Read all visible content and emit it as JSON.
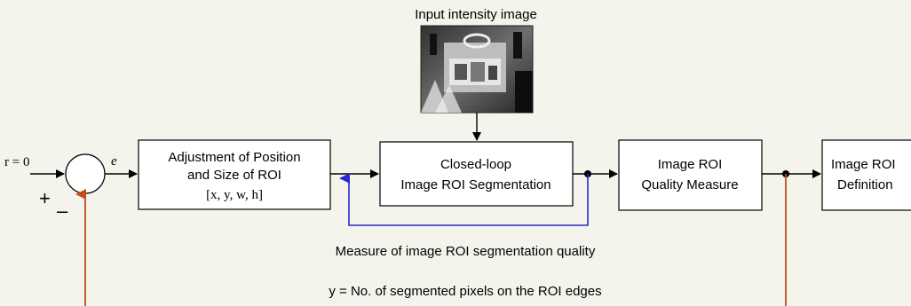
{
  "input_image": {
    "caption": "Input intensity image",
    "photo_description_icon": "camera-scene-icon"
  },
  "summing_junction": {
    "reference_label": "r = 0",
    "error_label": "e",
    "plus_sign": "+",
    "minus_sign": "–"
  },
  "blocks": {
    "adjustment": {
      "line1": "Adjustment of Position",
      "line2": "and Size of ROI",
      "line3": "[x, y, w, h]"
    },
    "segmentation": {
      "line1": "Closed-loop",
      "line2": "Image ROI Segmentation"
    },
    "quality": {
      "line1": "Image ROI",
      "line2": "Quality Measure"
    },
    "definition": {
      "line1": "Image ROI",
      "line2": "Definition"
    }
  },
  "annotations": {
    "feedback_measure": "Measure of image ROI segmentation quality",
    "output_definition": "y = No. of segmented pixels on the ROI edges"
  },
  "colors": {
    "background": "#f4f3ec",
    "inner_feedback": "#2a2ad0",
    "outer_feedback": "#c84a1c"
  }
}
